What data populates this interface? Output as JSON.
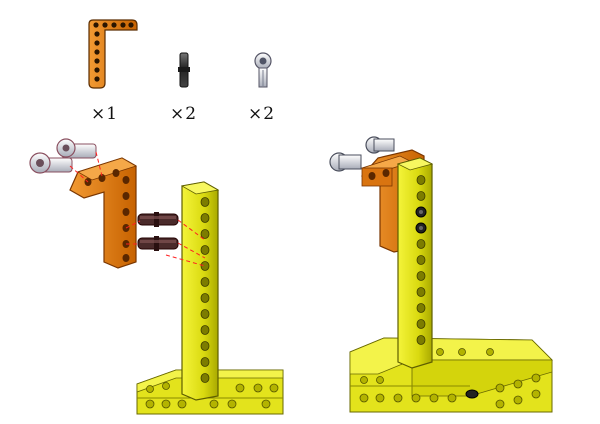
{
  "parts_list": [
    {
      "part": "orange-l-beam",
      "quantity_label": "×1"
    },
    {
      "part": "black-connector-pin",
      "quantity_label": "×2"
    },
    {
      "part": "gray-axle-joiner",
      "quantity_label": "×2"
    }
  ],
  "colors": {
    "orange": "#e07b12",
    "orange_dark": "#8a4200",
    "yellow": "#e8e81a",
    "yellow_dark": "#9c9c00",
    "black_pin": "#333333",
    "gray_joiner": "#c9ccd6",
    "assembly_line": "#ff2020"
  }
}
